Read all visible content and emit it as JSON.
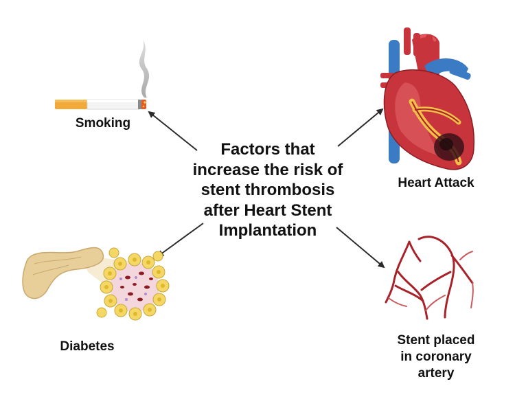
{
  "center": {
    "title_lines": [
      "Factors that",
      "increase the risk of",
      "stent thrombosis",
      "after Heart Stent",
      "Implantation"
    ]
  },
  "factors": {
    "smoking": {
      "label": "Smoking",
      "icon": "cigarette-icon"
    },
    "heart_attack": {
      "label": "Heart Attack",
      "icon": "heart-icon"
    },
    "diabetes": {
      "label": "Diabetes",
      "icon": "pancreas-icon"
    },
    "stent": {
      "label_lines": [
        "Stent placed",
        "in coronary",
        "artery"
      ],
      "icon": "coronary-artery-icon"
    }
  },
  "colors": {
    "text": "#111111",
    "arrow": "#2a2a2a",
    "cigarette_filter": "#f1a93a",
    "heart_red": "#c8343c",
    "vein_blue": "#3b7bc4",
    "artery_red": "#a8222a",
    "pancreas": "#e8cf9a",
    "cell_yellow": "#f5d766"
  }
}
